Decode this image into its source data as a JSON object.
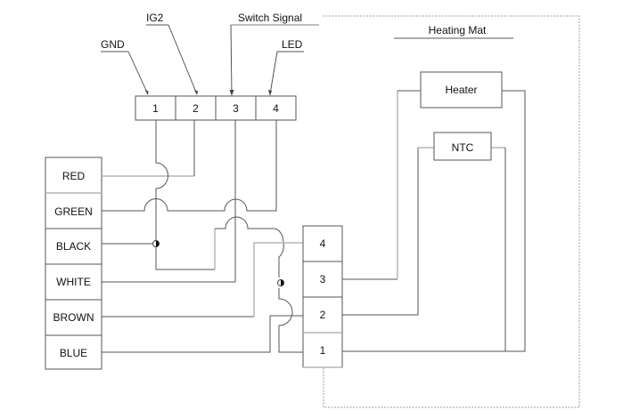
{
  "title": "Heating Mat",
  "top_connector": {
    "pins": [
      "1",
      "2",
      "3",
      "4"
    ],
    "pin_labels": [
      "GND",
      "IG2",
      "Switch Signal",
      "LED"
    ]
  },
  "wire_harness": {
    "colors": [
      "RED",
      "GREEN",
      "BLACK",
      "WHITE",
      "BROWN",
      "BLUE"
    ]
  },
  "mat_connector": {
    "pins": [
      "4",
      "3",
      "2",
      "1"
    ]
  },
  "components": {
    "heater": "Heater",
    "ntc": "NTC"
  },
  "connections": [
    {
      "from": "RED",
      "to": "top_pin_2"
    },
    {
      "from": "GREEN",
      "to": "top_pin_4"
    },
    {
      "from": "BLACK",
      "to": "top_pin_1"
    },
    {
      "from": "WHITE",
      "to": "top_pin_3"
    },
    {
      "from": "BROWN",
      "to": "mat_pin_4"
    },
    {
      "from": "BLUE",
      "to": "mat_pin_2"
    },
    {
      "from": "top_pin_1",
      "to": "mat_pin_1"
    },
    {
      "from": "mat_pin_3",
      "to": "Heater"
    },
    {
      "from": "mat_pin_2",
      "to": "NTC"
    },
    {
      "from": "mat_pin_1",
      "to": "Heater"
    },
    {
      "from": "mat_pin_1",
      "to": "NTC"
    }
  ]
}
